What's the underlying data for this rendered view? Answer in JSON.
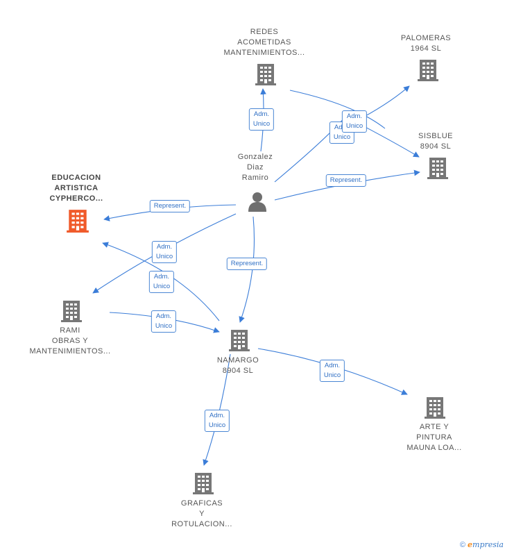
{
  "colors": {
    "edge": "#3b7dd8",
    "building": "#777777",
    "building_highlight": "#f05a2a",
    "person": "#6f6f6f"
  },
  "nodes": [
    {
      "id": "redes",
      "type": "company",
      "icon": "building-icon",
      "lines": [
        "REDES",
        "ACOMETIDAS",
        "MANTENIMIENTOS..."
      ]
    },
    {
      "id": "palomeras",
      "type": "company",
      "icon": "building-icon",
      "lines": [
        "PALOMERAS",
        "1964  SL"
      ]
    },
    {
      "id": "sisblue",
      "type": "company",
      "icon": "building-icon",
      "lines": [
        "SISBLUE",
        "8904  SL"
      ]
    },
    {
      "id": "gonzalez",
      "type": "person",
      "icon": "person-icon",
      "lines": [
        "Gonzalez",
        "Diaz",
        "Ramiro"
      ]
    },
    {
      "id": "educacion",
      "type": "company",
      "icon": "building-icon",
      "highlight": true,
      "lines": [
        "EDUCACION",
        "ARTISTICA",
        "CYPHERCO..."
      ]
    },
    {
      "id": "rami",
      "type": "company",
      "icon": "building-icon",
      "lines": [
        "RAMI",
        "OBRAS Y",
        "MANTENIMIENTOS..."
      ]
    },
    {
      "id": "namargo",
      "type": "company",
      "icon": "building-icon",
      "lines": [
        "NAMARGO",
        "8904  SL"
      ]
    },
    {
      "id": "arte",
      "type": "company",
      "icon": "building-icon",
      "lines": [
        "ARTE Y",
        "PINTURA",
        "MAUNA LOA..."
      ]
    },
    {
      "id": "graficas",
      "type": "company",
      "icon": "building-icon",
      "lines": [
        "GRAFICAS",
        "Y",
        "ROTULACION..."
      ]
    }
  ],
  "edges": [
    {
      "from": "gonzalez",
      "to": "redes",
      "label": [
        "Adm.",
        "Unico"
      ]
    },
    {
      "from": "gonzalez",
      "to": "sisblue",
      "label": [
        "Adm.",
        "Unico"
      ]
    },
    {
      "from": "redes",
      "to": "sisblue",
      "label": [],
      "note": "line only"
    },
    {
      "from": "gonzalez",
      "to": "palomeras",
      "label": [
        "Adm.",
        "Unico"
      ]
    },
    {
      "from": "gonzalez",
      "to": "sisblue",
      "label": [
        "Represent."
      ]
    },
    {
      "from": "gonzalez",
      "to": "educacion",
      "label": [
        "Represent."
      ]
    },
    {
      "from": "gonzalez",
      "to": "rami",
      "label": [
        "Adm.",
        "Unico"
      ]
    },
    {
      "from": "gonzalez",
      "to": "namargo",
      "label": [
        "Represent."
      ]
    },
    {
      "from": "namargo",
      "to": "educacion",
      "label": [
        "Adm.",
        "Unico"
      ]
    },
    {
      "from": "rami",
      "to": "namargo",
      "label": [
        "Adm.",
        "Unico"
      ]
    },
    {
      "from": "namargo",
      "to": "arte",
      "label": [
        "Adm.",
        "Unico"
      ]
    },
    {
      "from": "namargo",
      "to": "graficas",
      "label": [
        "Adm.",
        "Unico"
      ]
    }
  ],
  "footer": {
    "copyright": "©",
    "brand_e": "e",
    "brand_rest": "mpresia"
  }
}
